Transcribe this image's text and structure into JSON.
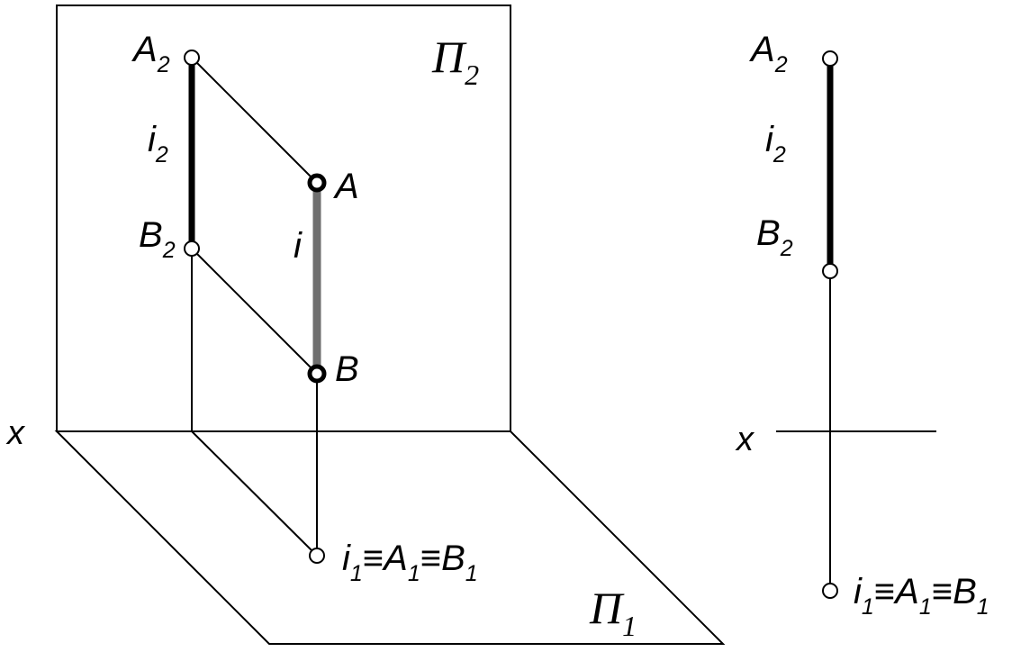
{
  "left_view": {
    "plane_frontal": {
      "letter": "Π",
      "sub": "2"
    },
    "plane_horizontal": {
      "letter": "Π",
      "sub": "1"
    },
    "axis_label": "x",
    "labels": {
      "a2": {
        "letter": "A",
        "sub": "2"
      },
      "i2": {
        "letter": "i",
        "sub": "2"
      },
      "b2": {
        "letter": "B",
        "sub": "2"
      },
      "a": "A",
      "i": "i",
      "b": "B",
      "coincident": {
        "i": "i",
        "i_sub": "1",
        "eq1": "≡",
        "a": "A",
        "a_sub": "1",
        "eq2": "≡",
        "b": "B",
        "b_sub": "1"
      }
    }
  },
  "right_view": {
    "axis_label": "x",
    "labels": {
      "a2": {
        "letter": "A",
        "sub": "2"
      },
      "i2": {
        "letter": "i",
        "sub": "2"
      },
      "b2": {
        "letter": "B",
        "sub": "2"
      },
      "coincident": {
        "i": "i",
        "i_sub": "1",
        "eq1": "≡",
        "a": "A",
        "a_sub": "1",
        "eq2": "≡",
        "b": "B",
        "b_sub": "1"
      }
    }
  },
  "colors": {
    "line": "#000000",
    "segment_true": "#6f6f6f",
    "point_fill": "#ffffff"
  }
}
